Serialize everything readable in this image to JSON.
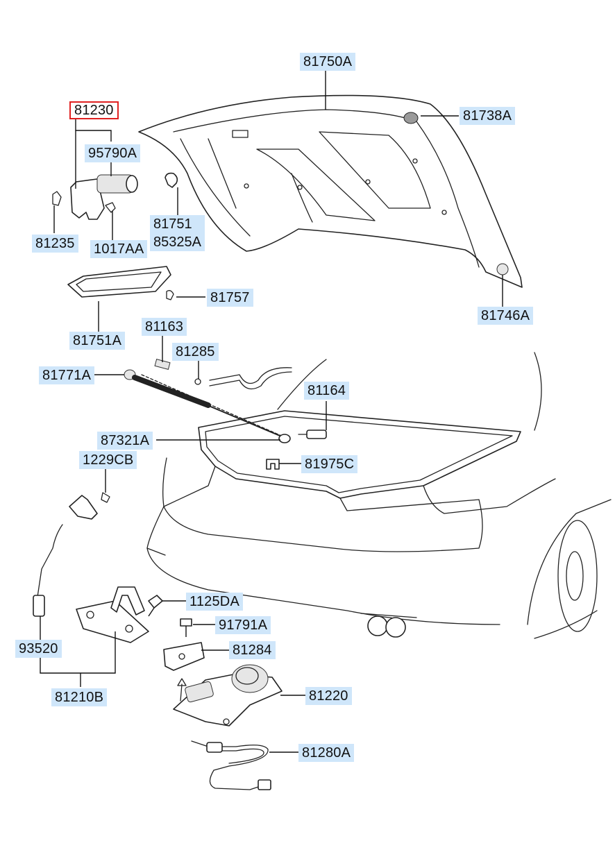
{
  "diagram": {
    "selected_part": "81230",
    "labels": {
      "l81750A": "81750A",
      "l81230": "81230",
      "l81738A": "81738A",
      "l95790A": "95790A",
      "l81751": "81751",
      "l85325A": "85325A",
      "l81235": "81235",
      "l1017AA": "1017AA",
      "l81757": "81757",
      "l81751A": "81751A",
      "l81746A": "81746A",
      "l81163": "81163",
      "l81285": "81285",
      "l81771A": "81771A",
      "l81164": "81164",
      "l87321A": "87321A",
      "l1229CB": "1229CB",
      "l81975C": "81975C",
      "l1125DA": "1125DA",
      "l91791A": "91791A",
      "l93520": "93520",
      "l81284": "81284",
      "l81210B": "81210B",
      "l81220": "81220",
      "l81280A": "81280A"
    }
  }
}
